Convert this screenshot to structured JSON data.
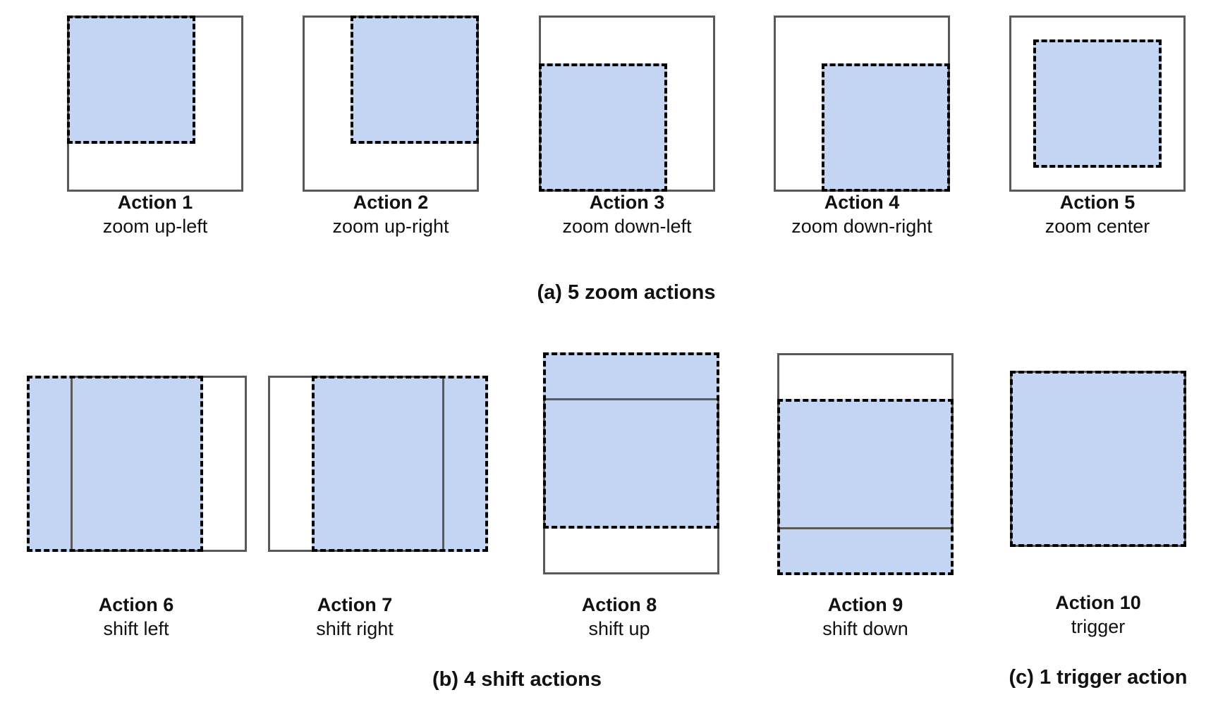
{
  "figure": {
    "panels": [
      {
        "title": "Action 1",
        "subtitle": "zoom up-left"
      },
      {
        "title": "Action 2",
        "subtitle": "zoom up-right"
      },
      {
        "title": "Action 3",
        "subtitle": "zoom down-left"
      },
      {
        "title": "Action 4",
        "subtitle": "zoom down-right"
      },
      {
        "title": "Action 5",
        "subtitle": "zoom center"
      },
      {
        "title": "Action 6",
        "subtitle": "shift left"
      },
      {
        "title": "Action 7",
        "subtitle": "shift right"
      },
      {
        "title": "Action 8",
        "subtitle": "shift up"
      },
      {
        "title": "Action 9",
        "subtitle": "shift down"
      },
      {
        "title": "Action 10",
        "subtitle": "trigger"
      }
    ],
    "captions": {
      "zoom_group": "(a) 5 zoom actions",
      "shift_group": "(b) 4 shift actions",
      "trigger_group": "(c) 1 trigger action"
    },
    "colors": {
      "region_fill": "#c3d5f2",
      "dashed_border": "#000000",
      "solid_border": "#595959",
      "text": "#111111"
    }
  }
}
